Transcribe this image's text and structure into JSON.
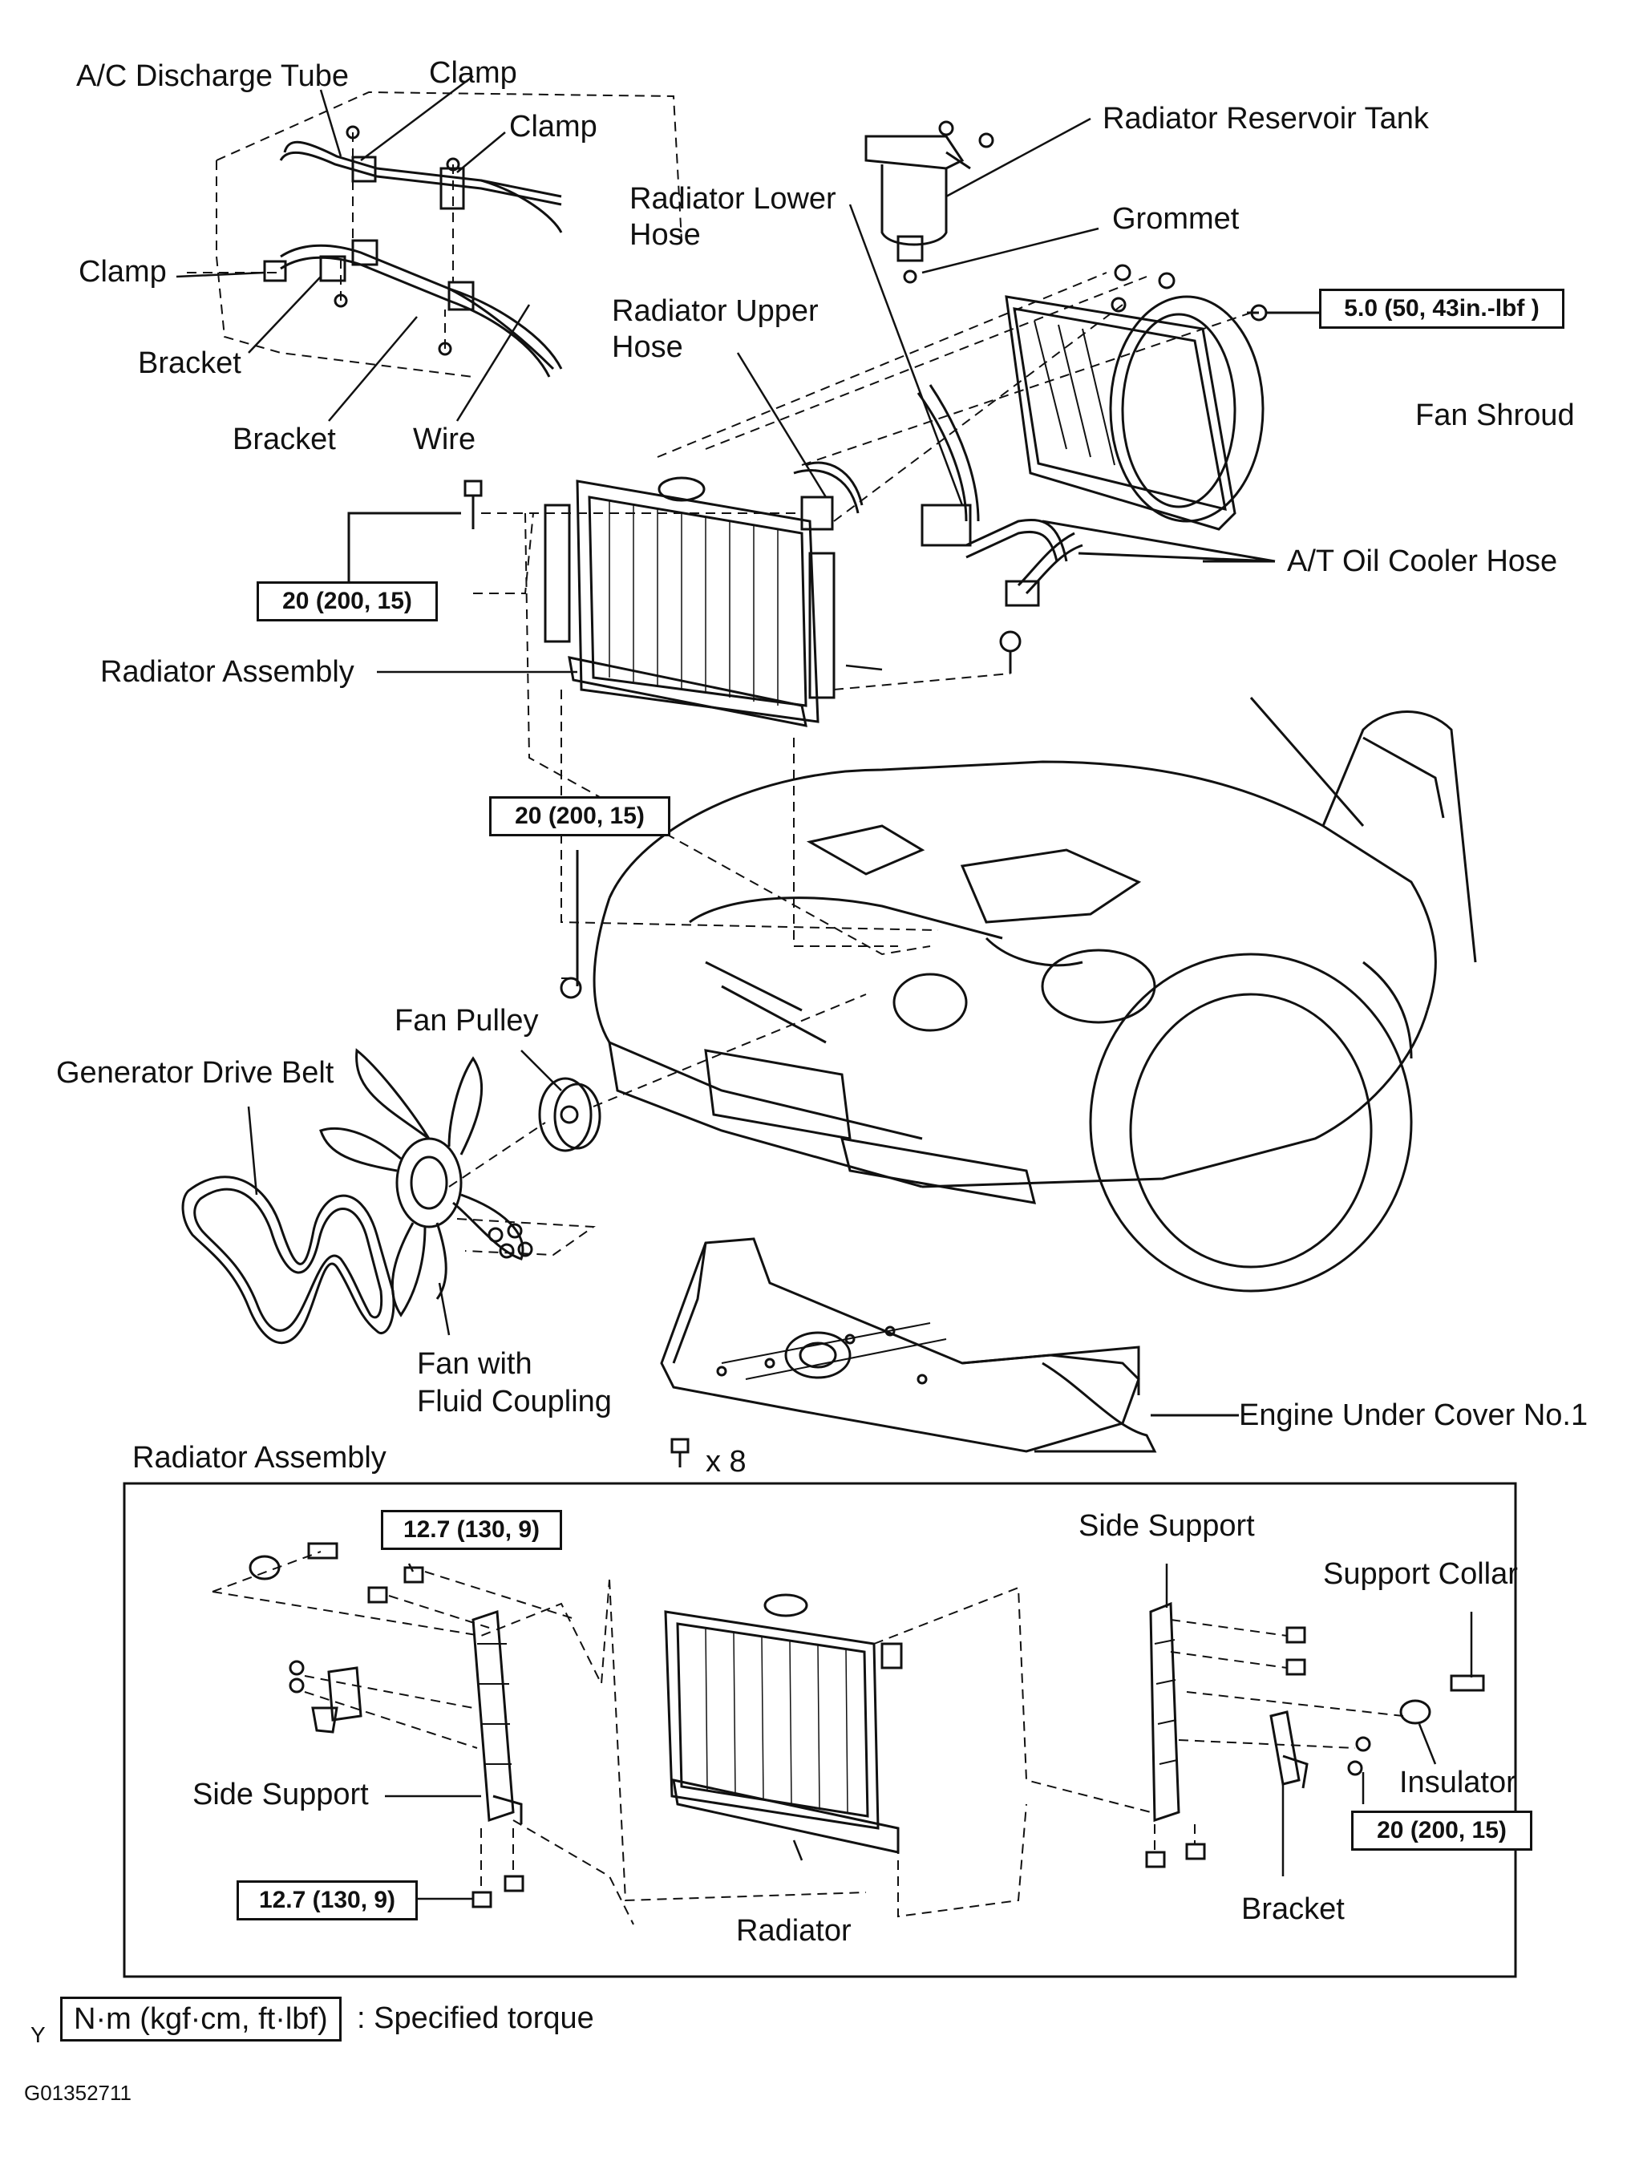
{
  "upper_labels": {
    "ac_discharge_tube": "A/C Discharge Tube",
    "clamp_top": "Clamp",
    "clamp_right": "Clamp",
    "clamp_left": "Clamp",
    "bracket_1": "Bracket",
    "bracket_2": "Bracket",
    "wire": "Wire",
    "radiator_reservoir_tank": "Radiator Reservoir Tank",
    "radiator_lower_hose_line1": "Radiator Lower",
    "radiator_lower_hose_line2": "Hose",
    "grommet": "Grommet",
    "radiator_upper_hose_line1": "Radiator Upper",
    "radiator_upper_hose_line2": "Hose",
    "fan_shroud": "Fan Shroud",
    "at_oil_cooler_hose": "A/T Oil Cooler Hose",
    "radiator_assembly": "Radiator Assembly",
    "fan_pulley": "Fan Pulley",
    "generator_drive_belt": "Generator Drive Belt",
    "fan_with_fluid_coupling_line1": "Fan with",
    "fan_with_fluid_coupling_line2": "Fluid Coupling",
    "engine_under_cover": "Engine Under Cover No.1",
    "bolt_count": "x 8"
  },
  "torque_boxes": {
    "fan_shroud_bolt": "5.0 (50, 43in.-lbf )",
    "radiator_bolt": "20 (200, 15)",
    "radiator_lower_bolt": "20 (200, 15)",
    "side_support_top": "12.7 (130, 9)",
    "side_support_bottom": "12.7 (130, 9)",
    "bracket_nut": "20 (200, 15)"
  },
  "inset": {
    "title": "Radiator Assembly",
    "side_support_left": "Side Support",
    "side_support_right": "Side Support",
    "support_collar": "Support Collar",
    "insulator": "Insulator",
    "radiator": "Radiator",
    "bracket": "Bracket"
  },
  "legend": {
    "marker": "Y",
    "box_text": "N·m (kgf·cm, ft·lbf)",
    "description": ": Specified torque"
  },
  "figure_id": "G01352711"
}
